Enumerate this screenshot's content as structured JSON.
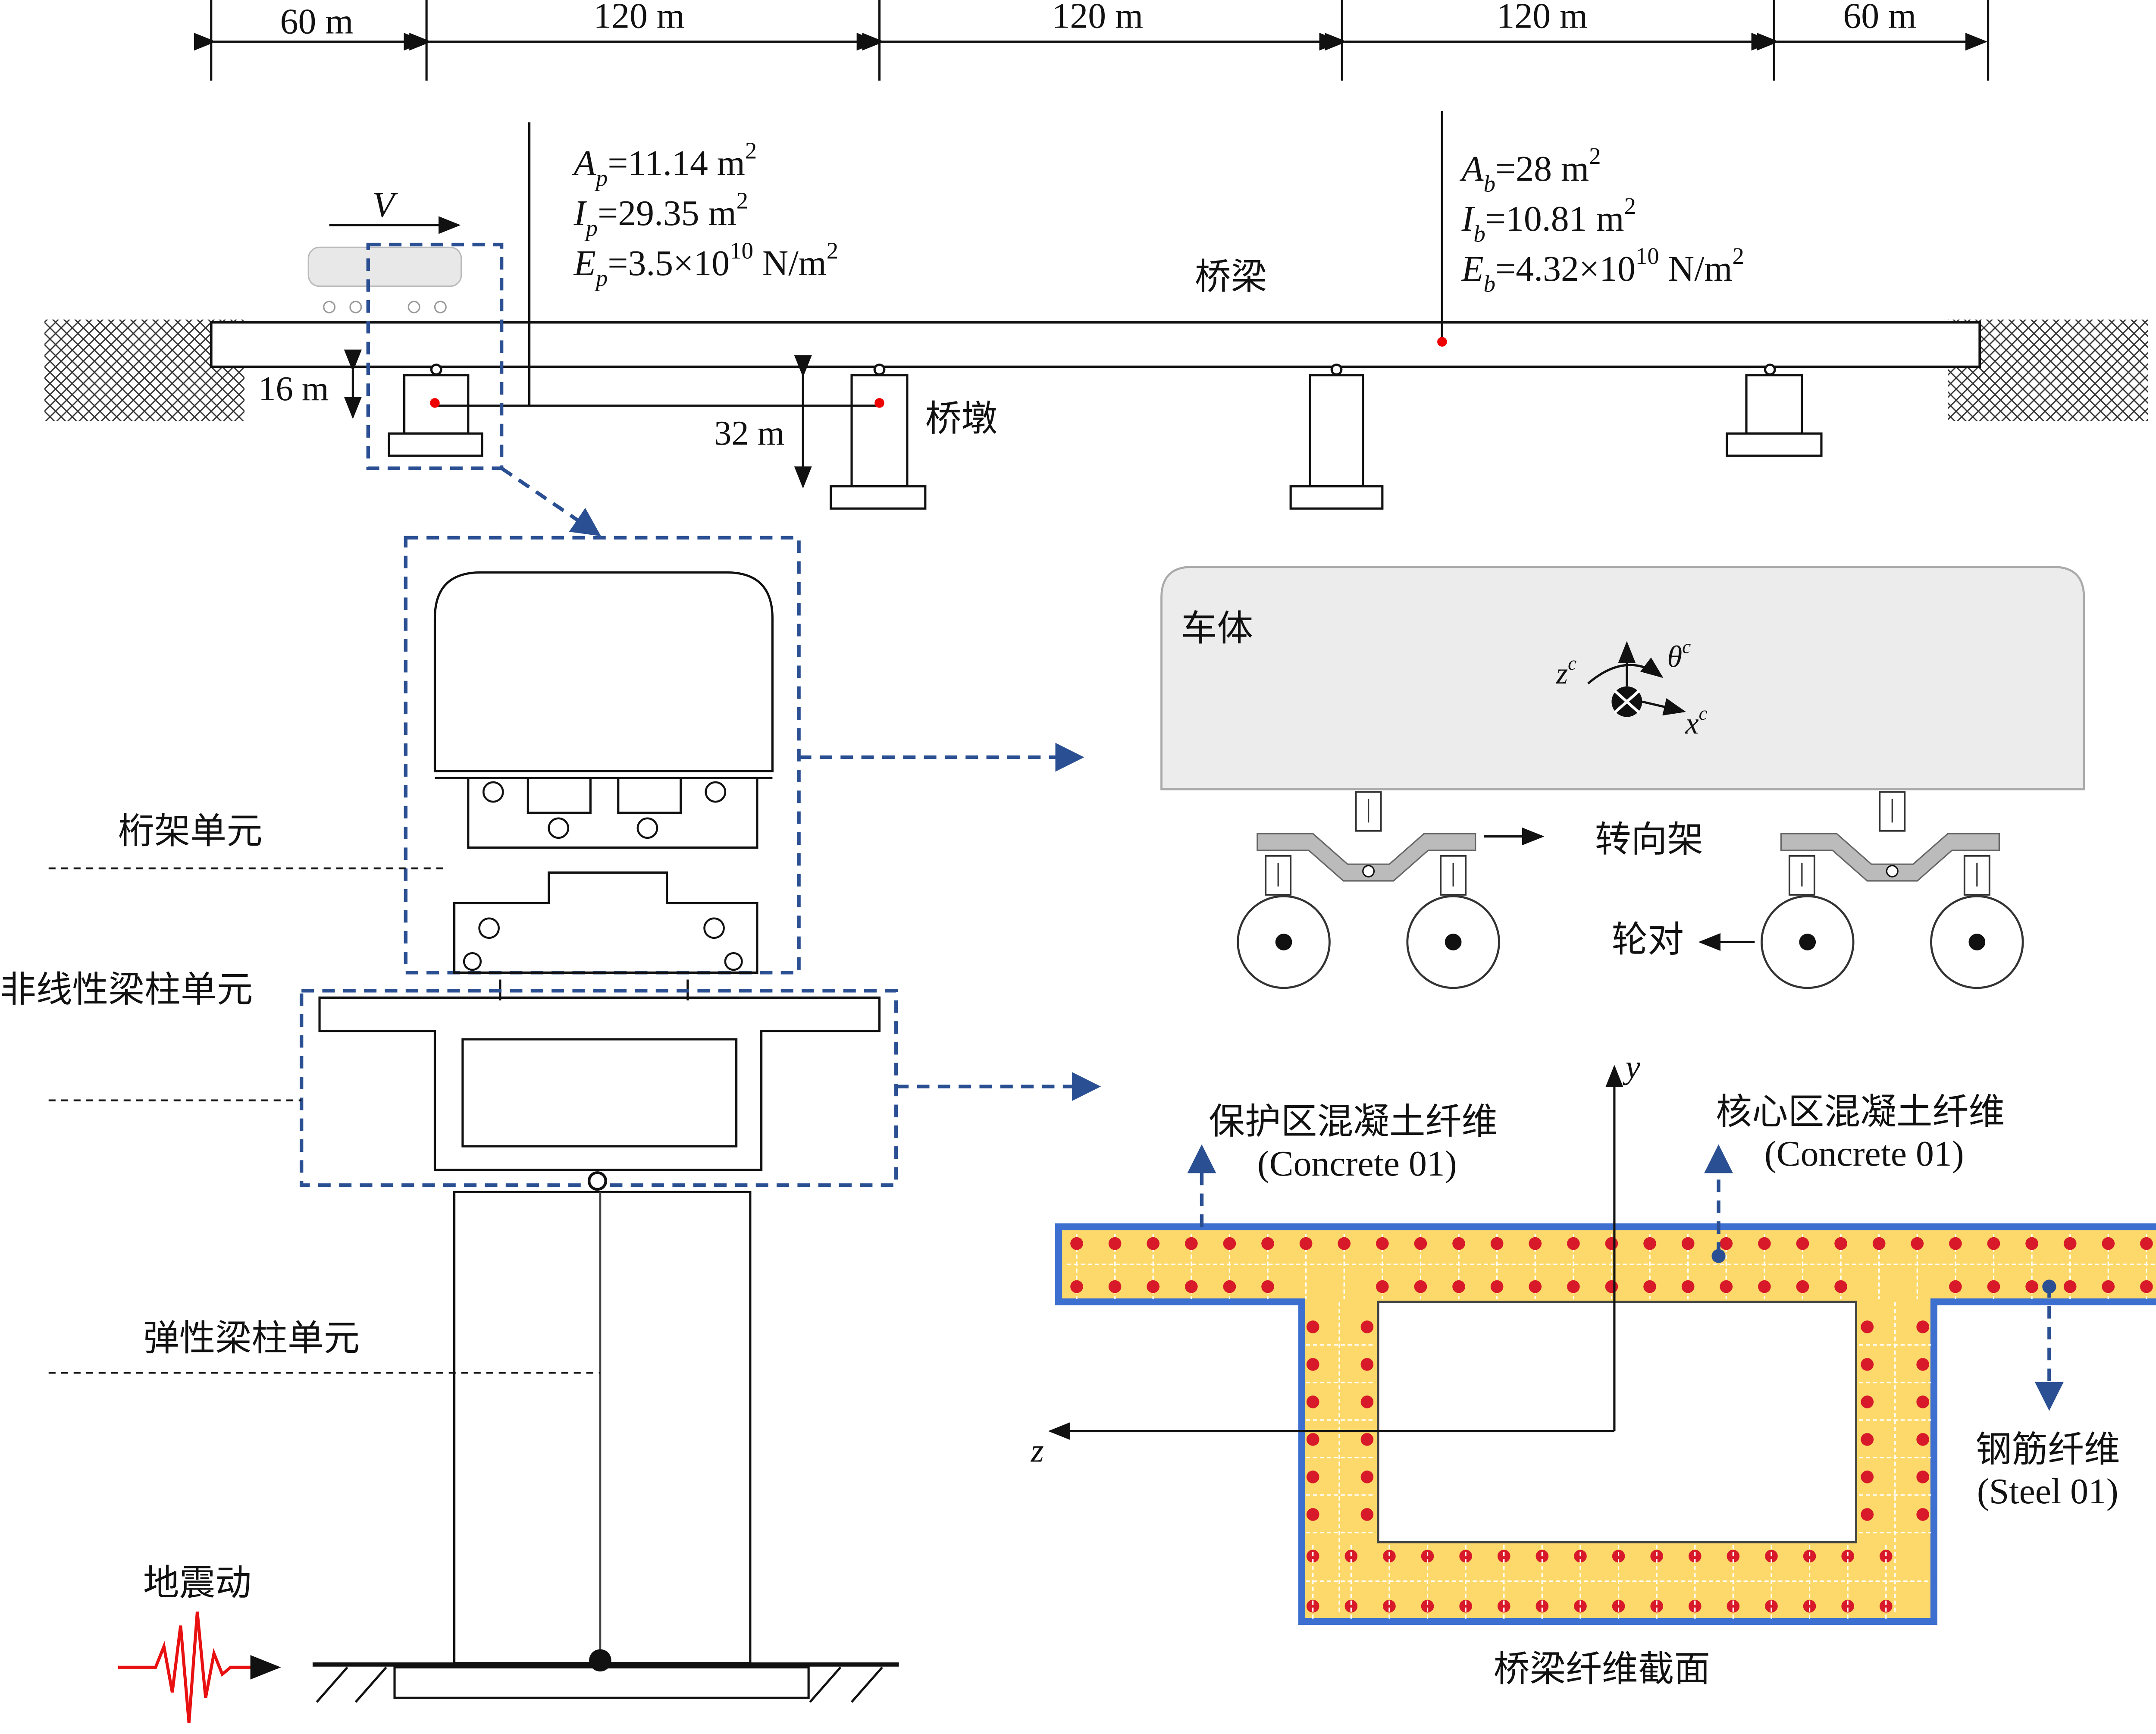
{
  "spans": [
    "60 m",
    "120 m",
    "120 m",
    "120 m",
    "60 m"
  ],
  "pier_props": [
    {
      "sym": "A",
      "sub": "p",
      "val": "=11.14 m",
      "sup": "2"
    },
    {
      "sym": "I",
      "sub": "p",
      "val": "=29.35 m",
      "sup": "2"
    },
    {
      "sym": "E",
      "sub": "p",
      "val": "=3.5×10",
      "sup": "10",
      "tail": " N/m",
      "sup2": "2"
    }
  ],
  "beam_props": [
    {
      "sym": "A",
      "sub": "b",
      "val": "=28 m",
      "sup": "2"
    },
    {
      "sym": "I",
      "sub": "b",
      "val": "=10.81 m",
      "sup": "2"
    },
    {
      "sym": "E",
      "sub": "b",
      "val": "=4.32×10",
      "sup": "10",
      "tail": " N/m",
      "sup2": "2"
    }
  ],
  "labels": {
    "velocity": "V",
    "bridge": "桥梁",
    "pier": "桥墩",
    "h16": "16 m",
    "h32": "32 m",
    "truss": "桁架单元",
    "nonlinear": "非线性梁柱单元",
    "elastic": "弹性梁柱单元",
    "seismic": "地震动",
    "car_body": "车体",
    "bogie": "转向架",
    "wheelset": "轮对",
    "zc": "z",
    "zc_sup": "c",
    "thc": "θ",
    "thc_sup": "c",
    "xc": "x",
    "xc_sup": "c",
    "axis_y": "y",
    "axis_z": "z",
    "cover_cn": "保护区混凝土纤维",
    "cover_en": "(Concrete 01)",
    "core_cn": "核心区混凝土纤维",
    "core_en": "(Concrete 01)",
    "steel_cn": "钢筋纤维",
    "steel_en": "(Steel 01)",
    "section_title": "桥梁纤维截面"
  },
  "colors": {
    "dash_blue": "#2a4f93",
    "fiber_yellow": "#fcd96a",
    "rebar_red": "#d8192a",
    "outline_blue": "#3d6fd0",
    "seismic_red": "#e81010"
  }
}
